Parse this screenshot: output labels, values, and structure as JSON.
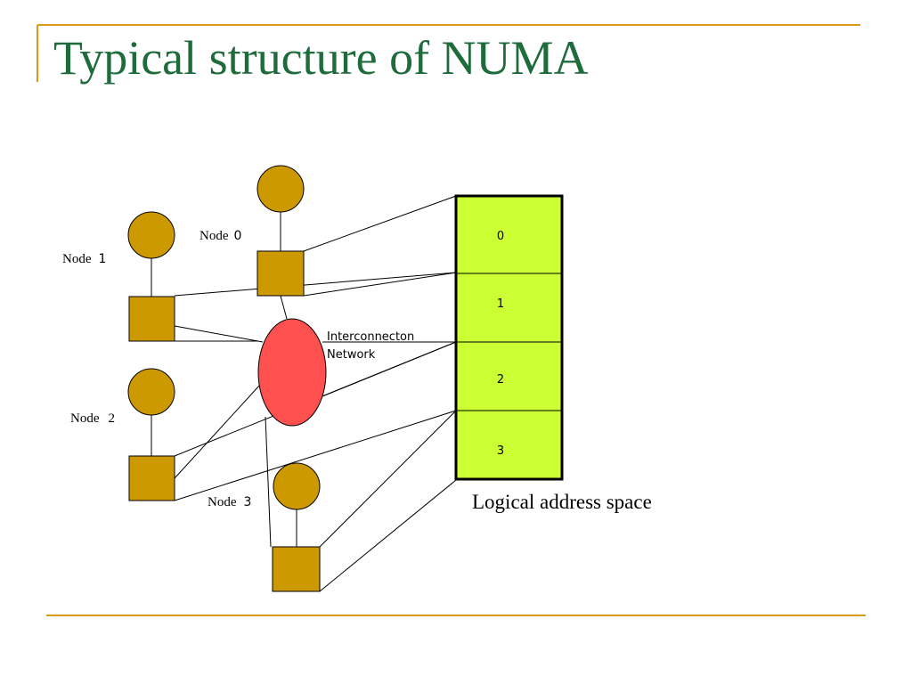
{
  "slide": {
    "title": "Typical structure of NUMA",
    "accent_color": "#d99a14",
    "title_color": "#1e6b3c"
  },
  "diagram": {
    "nodes": [
      {
        "id": "node0",
        "prefix": "Node",
        "number": "0"
      },
      {
        "id": "node1",
        "prefix": "Node",
        "number": "1"
      },
      {
        "id": "node2",
        "prefix": "Node",
        "number": "2"
      },
      {
        "id": "node3",
        "prefix": "Node",
        "number": "3"
      }
    ],
    "network": {
      "label_line1": "Interconnecton",
      "label_line2": "Network",
      "color": "#ff5050"
    },
    "address_space": {
      "segments": [
        "0",
        "1",
        "2",
        "3"
      ],
      "caption": "Logical address space",
      "color": "#ccff33"
    },
    "node_color": "#cc9900"
  }
}
